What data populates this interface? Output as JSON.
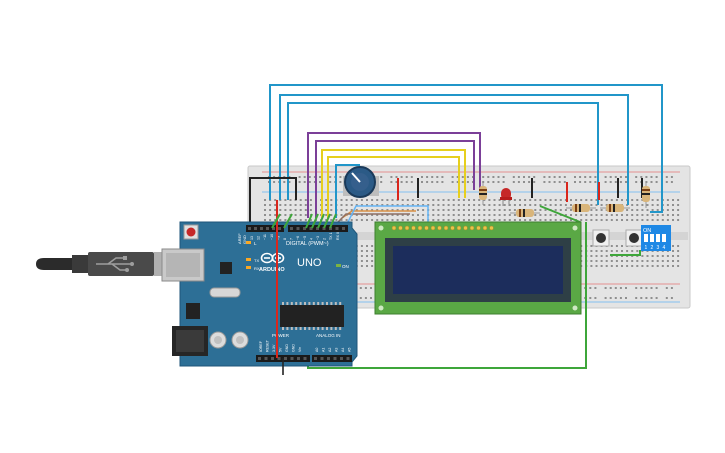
{
  "colors": {
    "breadboard": "#e4e4e4",
    "breadboard_edge": "#c9c9c9",
    "hole": "#8f8f8f",
    "arduino": "#2d6f96",
    "arduino_dark": "#245d80",
    "lcd_pcb": "#5aa845",
    "lcd_screen": "#1c2d5c",
    "wire_blue": "#2196c9",
    "wire_purple": "#7b3f98",
    "wire_yellow": "#e6cf1e",
    "wire_red": "#d9261c",
    "wire_black": "#222222",
    "wire_green": "#3ea63a",
    "wire_orange": "#d99045",
    "dip_switch": "#1e88e5"
  },
  "arduino": {
    "brand": "ARDUINO",
    "model": "UNO",
    "digital_label": "DIGITAL (PWM~)",
    "power_label": "POWER",
    "analog_label": "ANALOG IN",
    "on_label": "ON",
    "tx_label": "TX",
    "rx_label": "RX",
    "l_label": "L",
    "aref_label": "AREF",
    "gnd_label": "GND",
    "digital_pins": [
      "13",
      "12",
      "~11",
      "~10",
      "~9",
      "8",
      "7",
      "~6",
      "~5",
      "4",
      "~3",
      "2",
      "TX 1",
      "RX 0"
    ],
    "power_pins": [
      "IOREF",
      "RESET",
      "3.3V",
      "5V",
      "GND",
      "GND",
      "Vin"
    ],
    "analog_pins": [
      "A0",
      "A1",
      "A2",
      "A3",
      "A4",
      "A5"
    ]
  },
  "dip": {
    "on_label": "ON",
    "numbers": [
      "1",
      "2",
      "3",
      "4"
    ]
  }
}
